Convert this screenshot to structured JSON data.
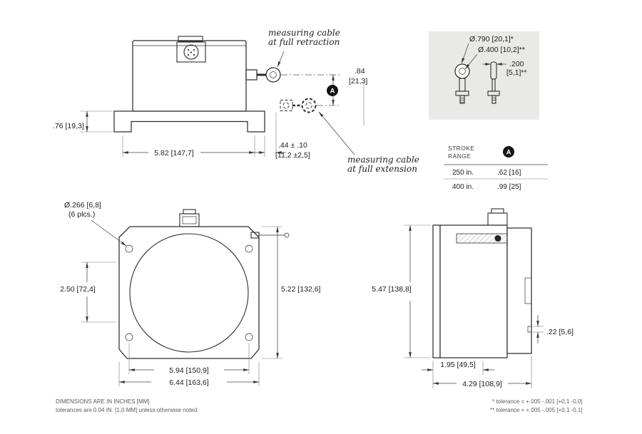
{
  "side_view": {
    "label_retraction_line1": "measuring cable",
    "label_retraction_line2": "at full retraction",
    "label_extension_line1": "measuring cable",
    "label_extension_line2": "at full extension",
    "dim_84_in": ".84",
    "dim_84_mm": "[21,3]",
    "dim_76": ".76 [19,3]",
    "dim_582": "5.82 [147,7]",
    "dim_44_in": ".44 ± .10",
    "dim_44_mm": "[11,2 ±2,5]",
    "marker_a": "A"
  },
  "detail": {
    "dim_790": "Ø.790 [20,1]*",
    "dim_400": "Ø.400 [10,2]**",
    "dim_200_in": ".200",
    "dim_200_mm": "[5,1]**"
  },
  "stroke_table": {
    "header_line1": "STROKE",
    "header_line2": "RANGE",
    "marker_a": "A",
    "rows": [
      {
        "range": "250 in.",
        "a_value": ".62 [16]"
      },
      {
        "range": "400 in.",
        "a_value": ".99 [25]"
      }
    ]
  },
  "front_view": {
    "dim_holes_line1": "Ø.266 [6,8]",
    "dim_holes_line2": "(6 plcs.)",
    "dim_250": "2.50 [72,4]",
    "dim_522": "5.22 [132,6]",
    "dim_594": "5.94 [150,9]",
    "dim_644": "6.44 [163,6]"
  },
  "profile_view": {
    "dim_547": "5.47 [138,8]",
    "dim_22": ".22 [5,6]",
    "dim_195": "1.95 [49,5]",
    "dim_429": "4.29 [108,9]"
  },
  "footer": {
    "left_line1": "DIMENSIONS ARE IN INCHES [MM]",
    "left_line2": "tolerances are 0.04 IN. [1,0 MM] unless otherwise noted.",
    "right_line1": "* tolerance = +.005 -.001 [+0,1 -0,0]",
    "right_line2": "** tolerance = +.005 -.005 [+0,1 -0,1]"
  }
}
